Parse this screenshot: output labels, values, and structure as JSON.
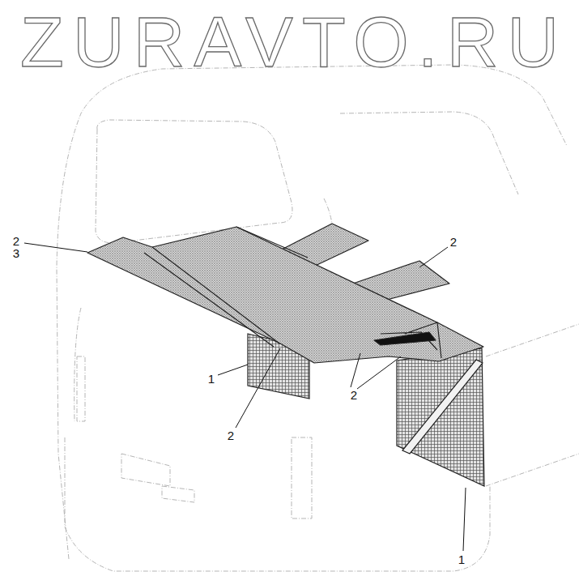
{
  "diagram": {
    "labels": [
      "ZURAVTO.RU",
      "2",
      "3",
      "2",
      "1",
      "2",
      "2",
      "1"
    ]
  }
}
